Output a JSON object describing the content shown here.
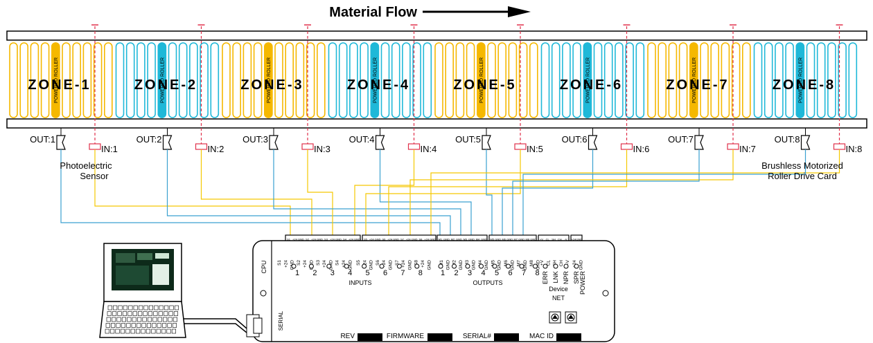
{
  "header": {
    "title": "Material Flow"
  },
  "zones": [
    {
      "label": "ZONE-1",
      "roller_label": "POWERED ROLLER",
      "out": "OUT:1",
      "in": "IN:1",
      "color": "#f5b800"
    },
    {
      "label": "ZONE-2",
      "roller_label": "POWERED ROLLER",
      "out": "OUT:2",
      "in": "IN:2",
      "color": "#1fb8d8"
    },
    {
      "label": "ZONE-3",
      "roller_label": "POWERED ROLLER",
      "out": "OUT:3",
      "in": "IN:3",
      "color": "#f5b800"
    },
    {
      "label": "ZONE-4",
      "roller_label": "POWERED ROLLER",
      "out": "OUT:4",
      "in": "IN:4",
      "color": "#1fb8d8"
    },
    {
      "label": "ZONE-5",
      "roller_label": "POWERED ROLLER",
      "out": "OUT:5",
      "in": "IN:5",
      "color": "#f5b800"
    },
    {
      "label": "ZONE-6",
      "roller_label": "POWERED ROLLER",
      "out": "OUT:6",
      "in": "IN:6",
      "color": "#1fb8d8"
    },
    {
      "label": "ZONE-7",
      "roller_label": "POWERED ROLLER",
      "out": "OUT:7",
      "in": "IN:7",
      "color": "#f5b800"
    },
    {
      "label": "ZONE-8",
      "roller_label": "POWERED ROLLER",
      "out": "OUT:8",
      "in": "IN:8",
      "color": "#1fb8d8"
    }
  ],
  "callouts": {
    "sensor": "Photoelectric Sensor",
    "drive_card": "Brushless Motorized Roller Drive Card"
  },
  "controller": {
    "input_pins": [
      "S1",
      "+24",
      "GND",
      "S2",
      "+24",
      "GND",
      "S3",
      "+24",
      "GND",
      "S4",
      "+24",
      "GND",
      "S5",
      "+24",
      "GND",
      "S6",
      "+24",
      "GND",
      "S7",
      "+24",
      "GND",
      "S8",
      "+24",
      "GND"
    ],
    "output_pins": [
      "M1",
      "GND",
      "M2",
      "GND",
      "M3",
      "GND",
      "M4",
      "GND",
      "M5",
      "GND",
      "M6",
      "GND",
      "M7",
      "GND",
      "M8",
      "GND"
    ],
    "net_pins": [
      "+V",
      "CL",
      "SH",
      "CH",
      "-V"
    ],
    "power_pins": [
      "+24",
      "GND"
    ],
    "input_numbers": [
      "1",
      "2",
      "3",
      "4",
      "5",
      "6",
      "7",
      "8"
    ],
    "output_numbers": [
      "1",
      "2",
      "3",
      "4",
      "5",
      "6",
      "7",
      "8"
    ],
    "cpu": "CPU",
    "inputs_label": "INPUTS",
    "outputs_label": "OUTPUTS",
    "status_leds": [
      "ERR",
      "LNK",
      "NPR",
      "SPR"
    ],
    "power_label": "POWER",
    "device_label": "Device",
    "net_label": "NET",
    "serial": "SERIAL",
    "rev": "REV",
    "firmware": "FIRMWARE",
    "serial_no": "SERIAL#",
    "mac_id": "MAC ID"
  },
  "colors": {
    "yellow_wire": "#f5c800",
    "blue_wire": "#3aa0d0",
    "sensor_red": "#e0304a",
    "roller_yellow": "#f5b800",
    "roller_blue": "#1fb8d8",
    "laptop_screen": "#0d2a1a"
  }
}
